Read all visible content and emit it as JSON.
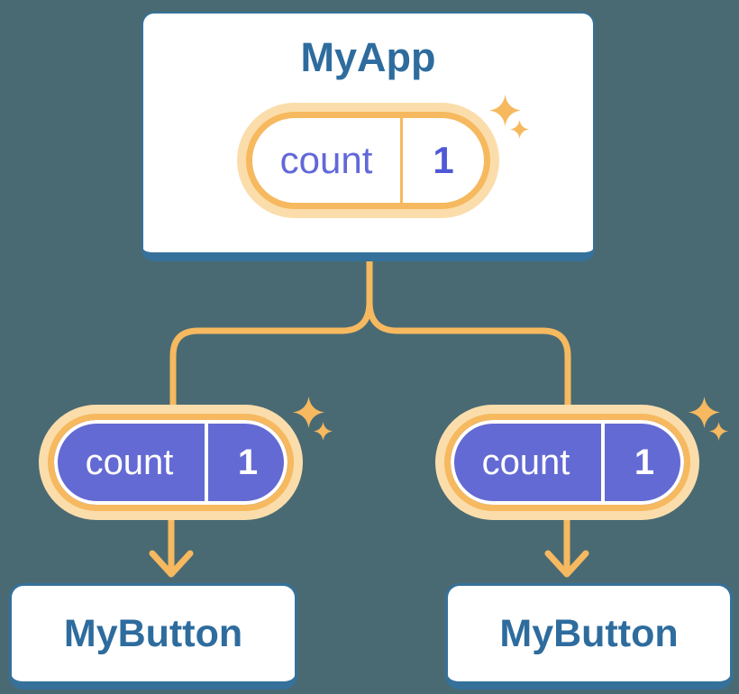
{
  "diagram": {
    "root": {
      "title": "MyApp",
      "state_pill": {
        "label": "count",
        "value": "1"
      }
    },
    "children": [
      {
        "title": "MyButton",
        "prop_pill": {
          "label": "count",
          "value": "1"
        }
      },
      {
        "title": "MyButton",
        "prop_pill": {
          "label": "count",
          "value": "1"
        }
      }
    ]
  },
  "colors": {
    "bg": "#4A6A73",
    "card-border": "#35719A",
    "card-bg": "#FFFFFF",
    "title-text": "#2E6C9E",
    "orange": "#F6B95F",
    "orange-glow": "#FBDDAB",
    "purple": "#646AD3",
    "purple-text": "#6268D8",
    "purple-text-bold": "#4F58D6",
    "white-text": "#FFFFFF"
  }
}
